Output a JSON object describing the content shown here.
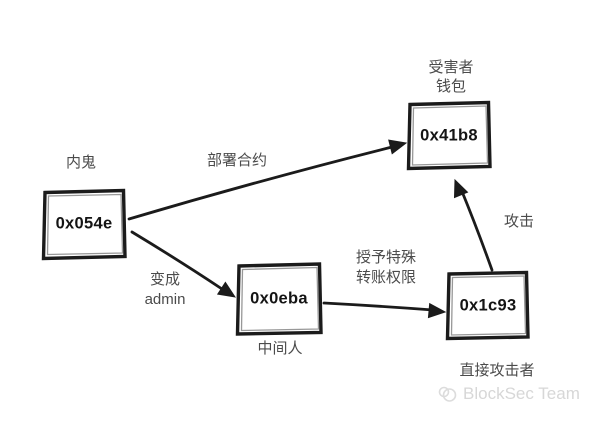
{
  "nodes": {
    "insider": {
      "address": "0x054e",
      "role": "内鬼"
    },
    "victim": {
      "address": "0x41b8",
      "role_line1": "受害者",
      "role_line2": "钱包"
    },
    "middleman": {
      "address": "0x0eba",
      "role": "中间人"
    },
    "attacker": {
      "address": "0x1c93",
      "role": "直接攻击者"
    }
  },
  "edges": {
    "deploy_contract": {
      "label": "部署合约"
    },
    "become_admin": {
      "label_line1": "变成",
      "label_line2": "admin"
    },
    "grant_permission": {
      "label_line1": "授予特殊",
      "label_line2": "转账权限"
    },
    "attack": {
      "label": "攻击"
    }
  },
  "watermark": {
    "text": "BlockSec Team"
  },
  "colors": {
    "ink": "#1b1b1b",
    "label_text": "#4b4b4b",
    "address_text": "#141414",
    "watermark": "#d7d7d7",
    "background": "#ffffff"
  }
}
